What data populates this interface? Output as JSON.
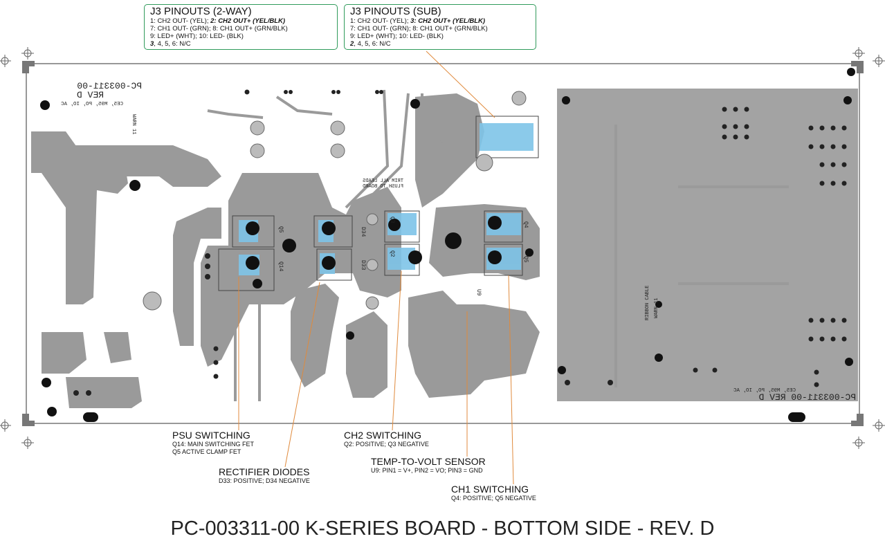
{
  "pinout_2way": {
    "title": "J3 PINOUTS (2-WAY)",
    "l1a": "1: CH2 OUT- (YEL); ",
    "l1b": "2: CH2 OUT+ (YEL/BLK)",
    "l2": "7: CH1 OUT- (GRN); 8: CH1 OUT+ (GRN/BLK)",
    "l3": "9: LED+ (WHT); 10: LED- (BLK)",
    "l4a": "3",
    "l4b": ", 4, 5, 6: N/C"
  },
  "pinout_sub": {
    "title": "J3 PINOUTS (SUB)",
    "l1a": "1: CH2 OUT- (YEL); ",
    "l1b": "3: CH2 OUT+ (YEL/BLK)",
    "l2": "7: CH1 OUT- (GRN); 8: CH1 OUT+ (GRN/BLK)",
    "l3": "9: LED+ (WHT); 10: LED- (BLK)",
    "l4a": "2",
    "l4b": ", 4, 5, 6: N/C"
  },
  "captions": {
    "psu": {
      "title": "PSU SWITCHING",
      "l1": "Q14: MAIN SWITCHING FET",
      "l2": "Q5 ACTIVE CLAMP FET"
    },
    "rect": {
      "title": "RECTIFIER DIODES",
      "l1": "D33: POSITIVE; D34 NEGATIVE"
    },
    "ch2": {
      "title": "CH2 SWITCHING",
      "l1": "Q2: POSITIVE; Q3 NEGATIVE"
    },
    "temp": {
      "title": "TEMP-TO-VOLT SENSOR",
      "l1": "U9: PIN1 = V+, PIN2 = VO; PIN3 = GND"
    },
    "ch1": {
      "title": "CH1 SWITCHING",
      "l1": "Q4: POSITIVE; Q5 NEGATIVE"
    }
  },
  "board_text": {
    "part_left": "PC-003311-00",
    "rev_left": "REV D",
    "mfg_left": "CE5, M95, PO, IO, AC",
    "part_right": "PC-003311-00 REV D",
    "mfg_right": "CE5, M95, PO, IO, AC",
    "warn_left": "WARN 11",
    "ribbon": "RIBBON CABLE",
    "warn_right": "WARN 11",
    "trim_1": "TRIM ALL LEADS",
    "trim_2": "FLUSH TO BOARD",
    "ref_d34": "D34",
    "ref_d33": "D33",
    "ref_q14": "Q14",
    "ref_q5": "Q5",
    "ref_q3": "Q3",
    "ref_q2": "Q2",
    "ref_q4": "Q4",
    "ref_q5b": "Q5",
    "ref_u9": "U9"
  },
  "title": "PC-003311-00 K-SERIES BOARD - BOTTOM SIDE - REV. D",
  "colors": {
    "board": "#9a9a9a",
    "board_light": "#a8a8a8",
    "highlight": "#7ec4e8",
    "leader": "#e08a3c",
    "box_border": "#2f9a5a"
  }
}
